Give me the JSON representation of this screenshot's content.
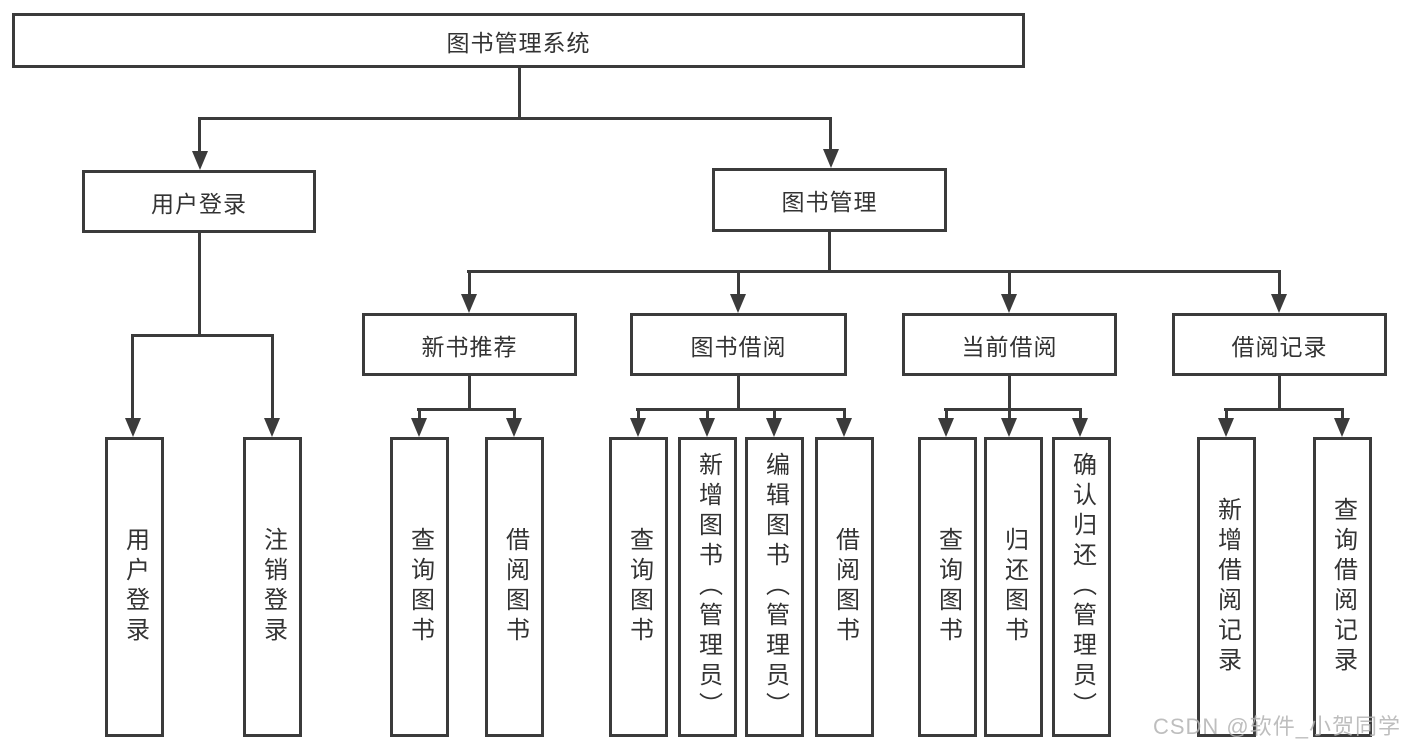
{
  "diagram": {
    "type": "tree",
    "tree": {
      "label": "图书管理系统",
      "children": [
        {
          "label": "用户登录",
          "children": [
            {
              "label": "用户登录"
            },
            {
              "label": "注销登录"
            }
          ]
        },
        {
          "label": "图书管理",
          "children": [
            {
              "label": "新书推荐",
              "children": [
                {
                  "label": "查询图书"
                },
                {
                  "label": "借阅图书"
                }
              ]
            },
            {
              "label": "图书借阅",
              "children": [
                {
                  "label": "查询图书"
                },
                {
                  "label": "新增图书（管理员）"
                },
                {
                  "label": "编辑图书（管理员）"
                },
                {
                  "label": "借阅图书"
                }
              ]
            },
            {
              "label": "当前借阅",
              "children": [
                {
                  "label": "查询图书"
                },
                {
                  "label": "归还图书"
                },
                {
                  "label": "确认归还（管理员）"
                }
              ]
            },
            {
              "label": "借阅记录",
              "children": [
                {
                  "label": "新增借阅记录"
                },
                {
                  "label": "查询借阅记录"
                }
              ]
            }
          ]
        }
      ]
    },
    "watermark": {
      "text": "CSDN @软件_小贺同学"
    },
    "colors": {
      "line": "#3b3b3b",
      "text": "#333333",
      "background": "#ffffff",
      "watermark": "#b3b3b3"
    }
  }
}
